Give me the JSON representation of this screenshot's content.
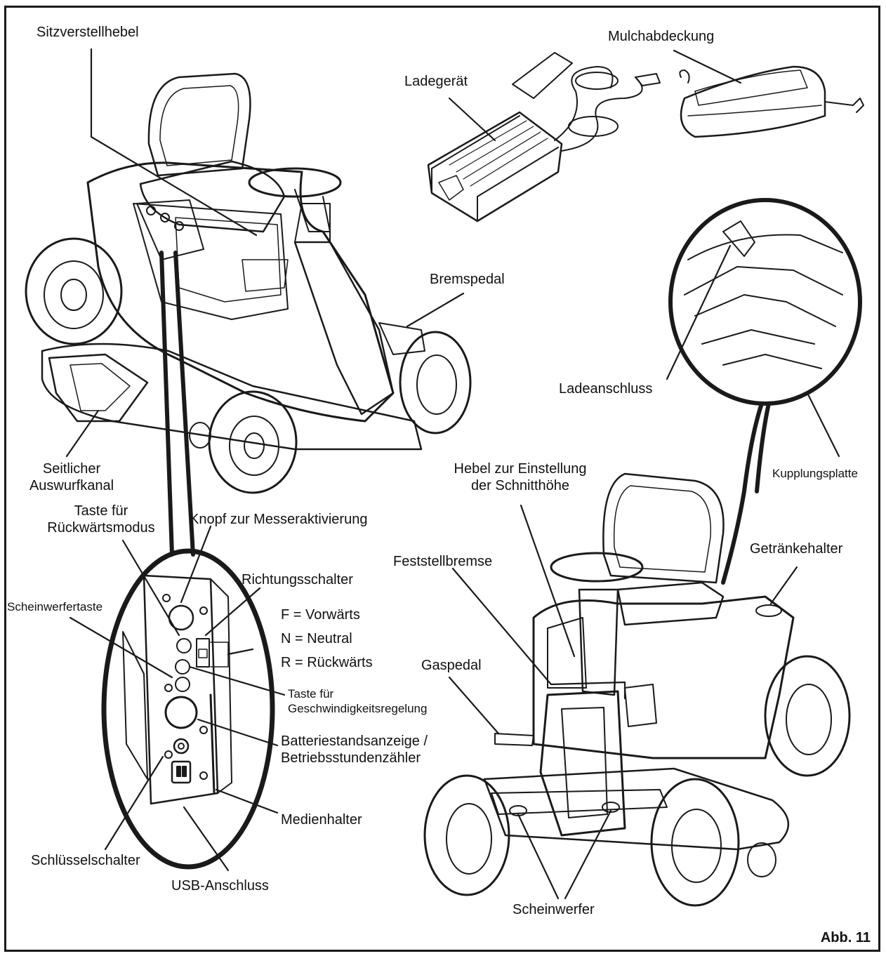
{
  "figure": {
    "label": "Abb. 11"
  },
  "labels": {
    "seat_lever": "Sitzverstellhebel",
    "charger": "Ladegerät",
    "mulch_cover": "Mulchabdeckung",
    "brake_pedal": "Bremspedal",
    "charging_port": "Ladeanschluss",
    "coupling_plate": "Kupplungsplatte",
    "side_discharge_1": "Seitlicher",
    "side_discharge_2": "Auswurfkanal",
    "reverse_button_1": "Taste für",
    "reverse_button_2": "Rückwärtsmodus",
    "blade_knob": "Knopf zur Messeraktivierung",
    "cut_height_1": "Hebel zur Einstellung",
    "cut_height_2": "der Schnitthöhe",
    "cup_holder": "Getränkehalter",
    "headlight_button": "Scheinwerfertaste",
    "direction_switch": "Richtungsschalter",
    "forward": "F = Vorwärts",
    "neutral": "N = Neutral",
    "reverse": "R = Rückwärts",
    "parking_brake": "Feststellbremse",
    "accelerator": "Gaspedal",
    "speed_button_1": "Taste für",
    "speed_button_2": "Geschwindigkeitsregelung",
    "battery_1": "Batteriestandsanzeige /",
    "battery_2": "Betriebsstundenzähler",
    "media_holder": "Medienhalter",
    "key_switch": "Schlüsselschalter",
    "usb": "USB-Anschluss",
    "headlights": "Scheinwerfer"
  }
}
